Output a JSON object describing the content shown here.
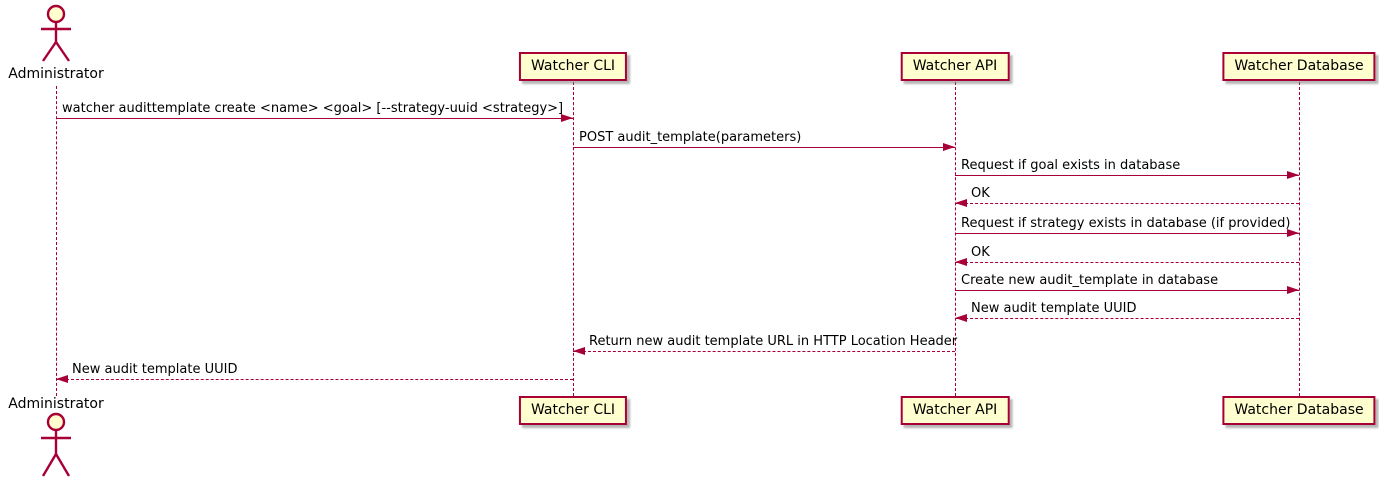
{
  "diagram": {
    "type": "sequence",
    "colors": {
      "participant_fill": "#FEFECE",
      "line_color": "#A80036",
      "text_color": "#000000"
    },
    "participants": [
      {
        "name": "Administrator",
        "kind": "actor"
      },
      {
        "name": "Watcher CLI",
        "kind": "box"
      },
      {
        "name": "Watcher API",
        "kind": "box"
      },
      {
        "name": "Watcher Database",
        "kind": "box"
      }
    ],
    "messages": [
      {
        "from": "Administrator",
        "to": "Watcher CLI",
        "style": "solid",
        "label": "watcher audittemplate create <name> <goal> [--strategy-uuid <strategy>]"
      },
      {
        "from": "Watcher CLI",
        "to": "Watcher API",
        "style": "solid",
        "label": "POST audit_template(parameters)"
      },
      {
        "from": "Watcher API",
        "to": "Watcher Database",
        "style": "solid",
        "label": "Request if goal exists in database"
      },
      {
        "from": "Watcher Database",
        "to": "Watcher API",
        "style": "dashed",
        "label": "OK"
      },
      {
        "from": "Watcher API",
        "to": "Watcher Database",
        "style": "solid",
        "label": "Request if strategy exists in database (if provided)"
      },
      {
        "from": "Watcher Database",
        "to": "Watcher API",
        "style": "dashed",
        "label": "OK"
      },
      {
        "from": "Watcher API",
        "to": "Watcher Database",
        "style": "solid",
        "label": "Create new audit_template in database"
      },
      {
        "from": "Watcher Database",
        "to": "Watcher API",
        "style": "dashed",
        "label": "New audit template UUID"
      },
      {
        "from": "Watcher API",
        "to": "Watcher CLI",
        "style": "dashed",
        "label": "Return new audit template URL in HTTP Location Header"
      },
      {
        "from": "Watcher CLI",
        "to": "Administrator",
        "style": "dashed",
        "label": "New audit template UUID"
      }
    ]
  }
}
